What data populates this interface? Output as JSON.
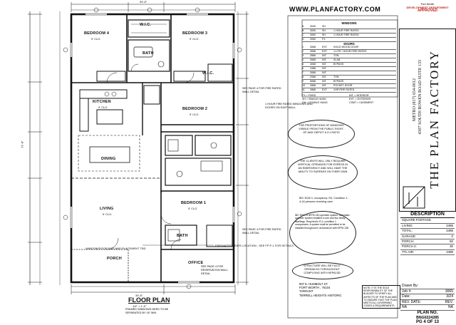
{
  "website": "WWW.PLANFACTORY.COM",
  "floor_plan": {
    "title": "FLOOR PLAN",
    "scale": "1/4\" = 1'-0\"",
    "note_bottom": "FRAMED WINDOWS NEED TO BE SEPARATED BY 16\" MIN.",
    "overall_width": "39'-8\"",
    "overall_depth": "71'-8\"",
    "rooms": {
      "bedroom4": "BEDROOM 4",
      "bedroom3": "BEDROOM 3",
      "bedroom2": "BEDROOM 2",
      "bedroom1": "BEDROOM 1",
      "bath_upper": "BATH",
      "wic_upper": "W.I.C.",
      "kitchen": "KITCHEN",
      "dining": "DINING",
      "living": "LIVING",
      "porch": "PORCH",
      "bath_lower": "BATH",
      "office": "OFFICE",
      "wic_mid": "W.I.C."
    },
    "ceiling": "9' CLG.",
    "window_note": "WINDOW/DOOR SIZE AND PLACEMENT TBD",
    "firewall_note": "FIREWATER RISER LOCATION - SEE FP P-1 FOR DETAILS",
    "ref_note1": "SEE PAGE 4 FOR FIRE RATED WALL DETAIL",
    "ref_note2": "SEE PAGE 4 FOR FIRE RATED WALL DETAIL",
    "ref_note3": "SEE PAGE 4 FOR RESERVATION WALL DETAIL",
    "rated_note": "1 HOUR FIRE RATED WINDOWS AND DOORS ON EAST WALL"
  },
  "schedule": {
    "windows_title": "WINDOWS",
    "doors_title": "DOORS",
    "windows": [
      [
        "A",
        "3040",
        "SH",
        ""
      ],
      [
        "B",
        "3050",
        "SH",
        "1 HOUR FIRE RATED"
      ],
      [
        "C",
        "3060",
        "SH",
        "1 HOUR FIRE RATED"
      ],
      [
        "D",
        "2050",
        "FX",
        ""
      ]
    ],
    "doors": [
      [
        "1",
        "3068",
        "EXT.",
        "SOLID WOOD DOOR"
      ],
      [
        "2",
        "3068",
        "EXT.",
        "1-LITE / HOUR FIRE RATED"
      ],
      [
        "3",
        "2868",
        "INT.",
        "TON"
      ],
      [
        "4",
        "2668",
        "INT.",
        "SLAB"
      ],
      [
        "5",
        "4068",
        "INT.",
        "BYPASS"
      ],
      [
        "6",
        "2468",
        "INT.",
        ""
      ],
      [
        "7",
        "2668",
        "INT.",
        ""
      ],
      [
        "8",
        "2068",
        "INT.",
        "TON"
      ],
      [
        "9",
        "5068",
        "INT.",
        "BYPASS"
      ],
      [
        "10",
        "2868",
        "INT.",
        "POCKET DOOR"
      ],
      [
        "11",
        "2868",
        "EXT.",
        "1HR FIRE RATED"
      ]
    ],
    "legend": [
      "FX = FIXED",
      "INT. = INTERIOR",
      "SH = SINGLE HUNG",
      "EXT. = EXTERIOR",
      "DH = DOUBLE HUNG",
      "CSMT = CASEMENT"
    ]
  },
  "notes": {
    "window_ratio": "THE PROPORTIONS OF WINDOWS VISIBLE FROM THE PUBLIC RIGHT-OF-WAY DEPICT A 2:1 RATIO",
    "egress": "THE CLIENTS WILL ONLY REQUIRE VERTICAL OPENINGS FOR EGRESS IN AN EMERGENCY AND WILL HAVE THE ABILITY TO SURPASS ON THEIR OWN",
    "occupancy": "IBC 3032.1: occupancy: R4, Condition 1: 4-16 persons receiving care",
    "sprinkler": "IBC 903.2.8 NFPA 13D sprinkler system: Automatic sprinkler system installed in one and two family dwellings. Required in R-4, condition 1 occupancies. A system shall be permitted to be installed throughout in accordance with NFPA 13D",
    "sprinkled": "STRUCTURE WILL BE FULLY SPRINKLED THROUGHOUT COMPLYING WITH NFPA13D",
    "responsibility": "NOTE: IT IS THE SOLE RESPONSIBILITY OF THE BUILDER TO VERIFY ALL ASPECTS OF THE PLAN AND TO ENSURE THAT THE PLAN MEETS ALL GOVERNING CODES & REQUIREMENTS"
  },
  "address": [
    "907 E. HUMBOLT ST.",
    "FORT WORTH , 76104",
    "TARRANT",
    "TERRELL HEIGHTS HISTORIC"
  ],
  "stamp": {
    "line1": "Fort Worth",
    "line2": "DEVELOPMENT DEPARTMENT",
    "line3": "APPROVED"
  },
  "company": {
    "name": "THE PLAN FACTORY",
    "address": "4307 SOUTH BOWEN ROAD SUITE 133",
    "phone": "METRO (817) 654-0012"
  },
  "description": {
    "title": "DESCRIPTION",
    "rows": [
      [
        "SQUARE FOOTAGE",
        ""
      ],
      [
        "LIVING:",
        "2485"
      ],
      [
        "TOTAL:",
        "2485"
      ],
      [
        "GARAGE:",
        "0"
      ],
      [
        "PORCH:",
        "60"
      ],
      [
        "PORCH 2:",
        "30"
      ],
      [
        "TTL AIR:",
        "2485"
      ]
    ]
  },
  "meta": {
    "rows": [
      [
        "Drawn By:",
        ""
      ],
      [
        "Job #:",
        "3065"
      ],
      [
        "Date:",
        "3/24"
      ],
      [
        "REV. DATE:",
        "REV."
      ],
      [
        "NA",
        "NA"
      ]
    ],
    "plan_no_label": "PLAN NO.",
    "plan_no": "BNG0224285",
    "page": "PG 4 OF 13"
  }
}
